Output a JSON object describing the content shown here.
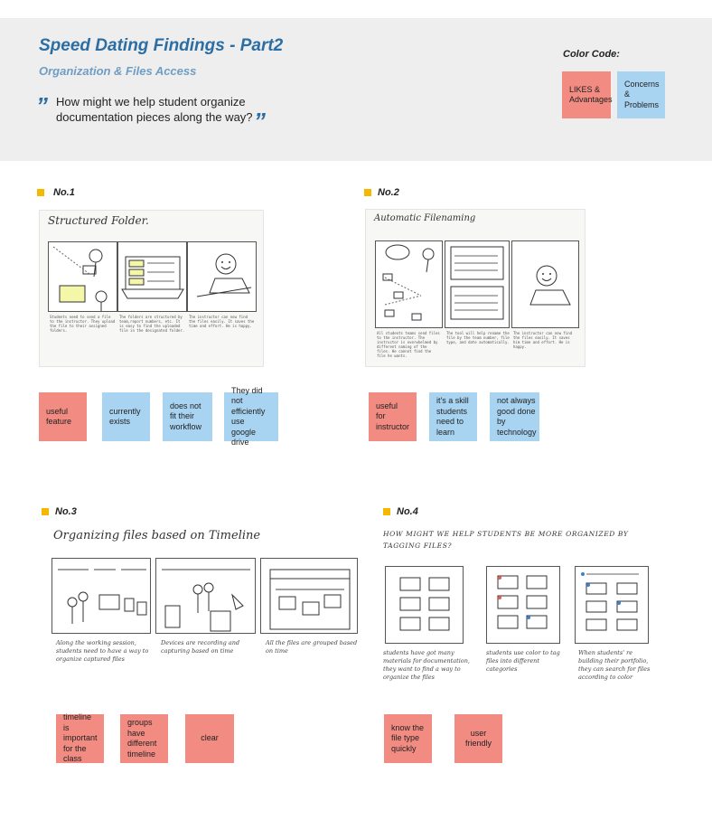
{
  "header": {
    "title": "Speed Dating Findings - Part2",
    "subtitle": "Organization & Files Access",
    "question": "How might we help student organize documentation pieces along the way?",
    "quote_open": "”",
    "quote_close": "”",
    "color_code": {
      "label": "Color Code:",
      "likes": "LIKES & Advantages",
      "concerns": "Concerns & Problems"
    }
  },
  "colors": {
    "likes": "#f28b82",
    "concerns": "#a8d4f2",
    "bullet": "#f5b800",
    "title": "#2c6ea3"
  },
  "no1": {
    "label": "No.1",
    "sketch_title": "Structured Folder.",
    "captions": [
      "Students need to send a file to the instructor. They upload the file to their assigned folders.",
      "The folders are structured by team,report numbers, etc. It is easy to find the uploaded file in the designated folder.",
      "The instructor can now find the files easily. It saves the time and effort. He is happy."
    ],
    "notes": [
      "useful feature",
      "currently exists",
      "does not fit their workflow",
      "They did not efficiently use google drive"
    ]
  },
  "no2": {
    "label": "No.2",
    "sketch_title": "Automatic Filenaming",
    "captions": [
      "All students teams send files to the instructor. The instructor is overwhelmed by different naming of the files. He cannot find the file he wants.",
      "The tool will help rename the file by the team number, file type, and date automatically.",
      "The instructor can now find the files easily. It saves him time and effort. He is happy."
    ],
    "notes": [
      "useful for instructor",
      "it's a skill students need to learn",
      "not always good done by technology"
    ]
  },
  "no3": {
    "label": "No.3",
    "sketch_title": "Organizing files based on Timeline",
    "captions": [
      "Along the working session, students need to have a way to organize captured files",
      "Devices are recording and capturing based on time",
      "All the files are grouped based on time"
    ],
    "notes": [
      "timeline is important for the class",
      "groups have different timeline",
      "clear"
    ]
  },
  "no4": {
    "label": "No.4",
    "sketch_title": "HOW MIGHT WE HELP STUDENTS BE MORE ORGANIZED BY TAGGING FILES?",
    "captions": [
      "students have got many materials for documentation, they want to find a way to organize the files",
      "students use color to tag files into different categories",
      "When students' re building their portfolio, they can search for files according to color"
    ],
    "notes": [
      "know the file type quickly",
      "user friendly"
    ]
  }
}
